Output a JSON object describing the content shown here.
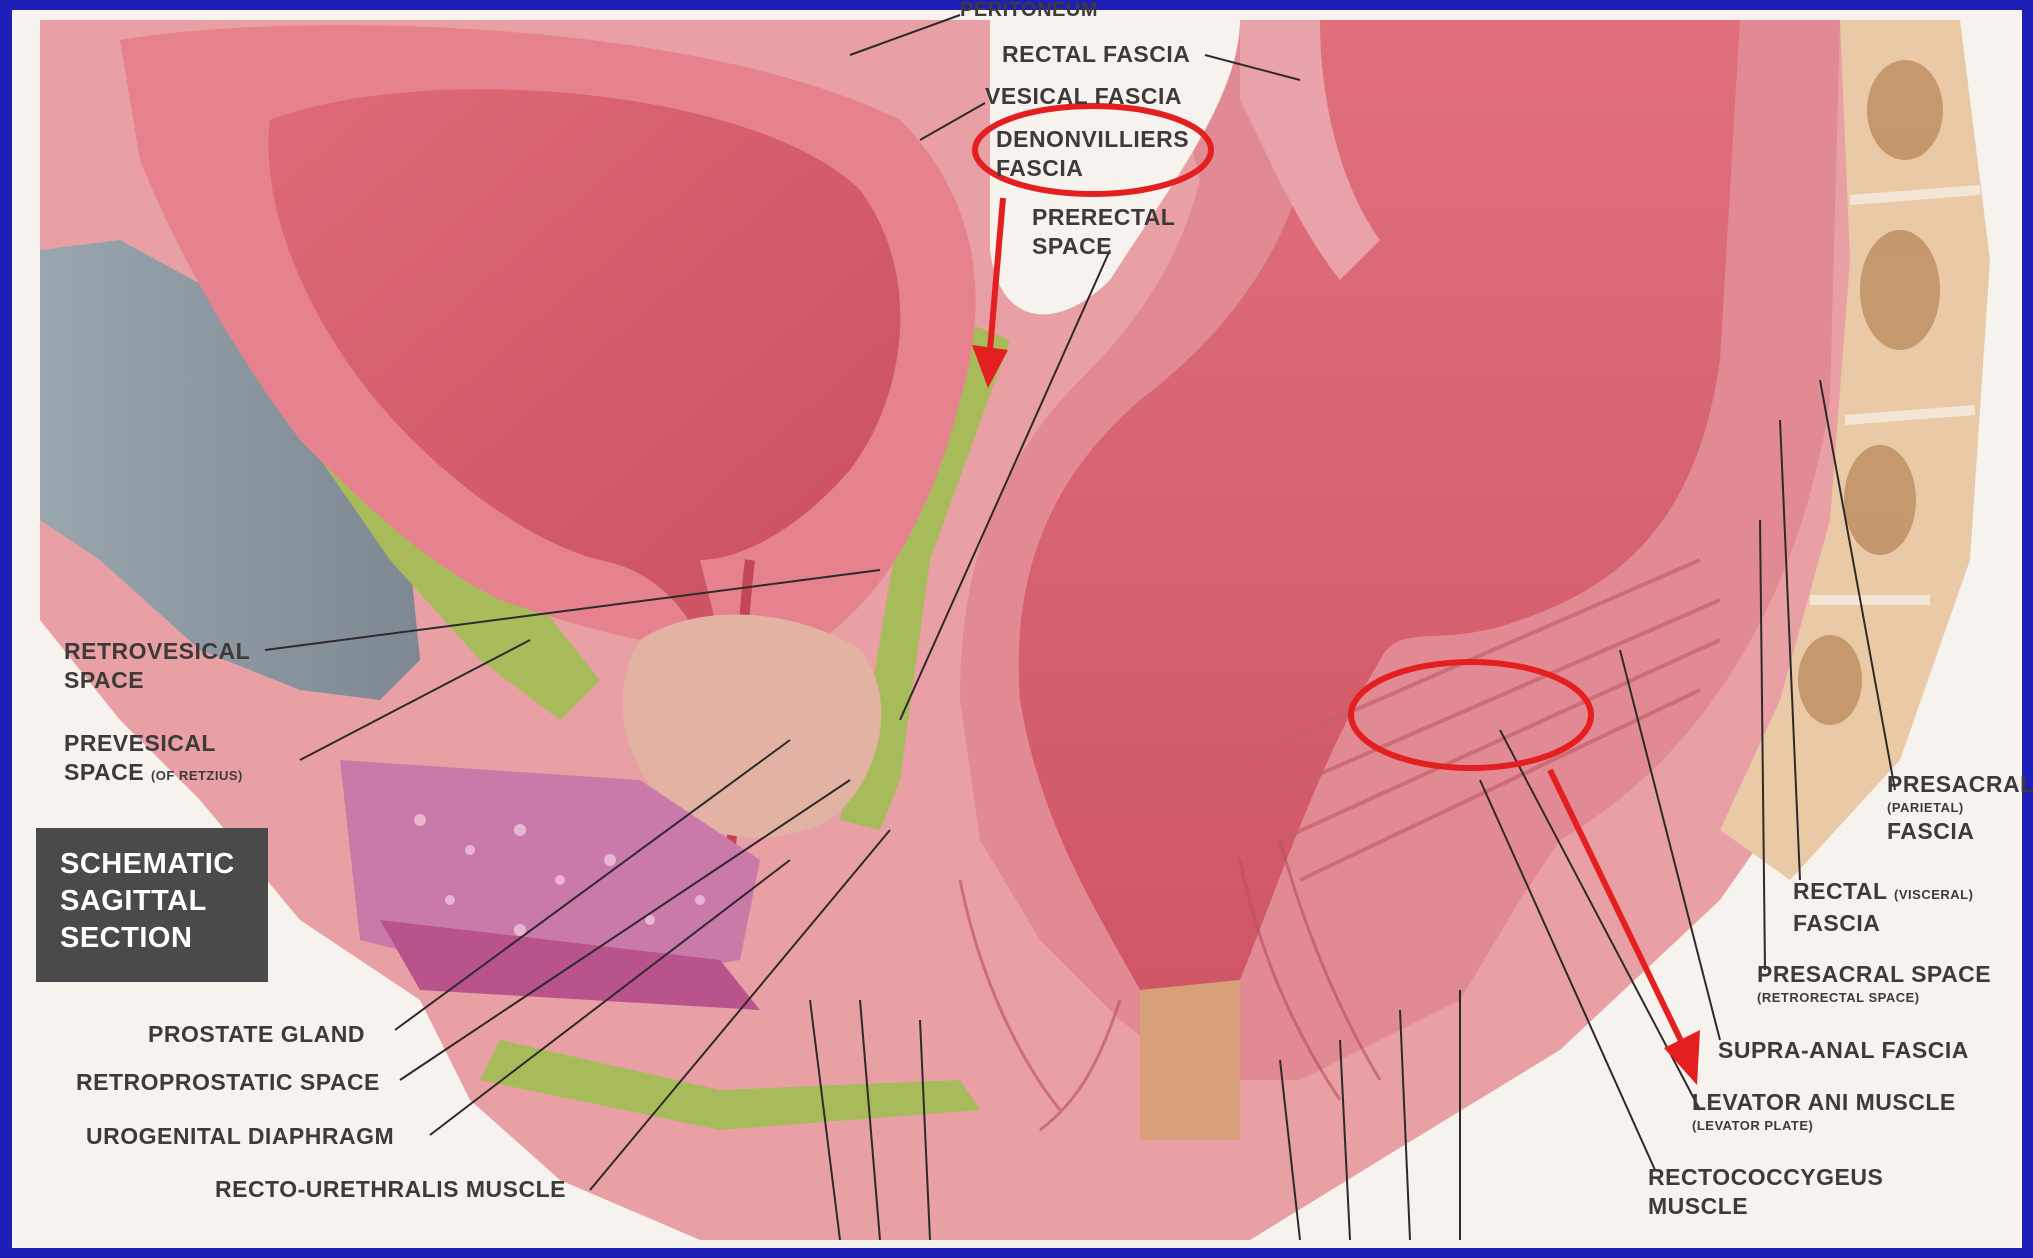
{
  "labels": {
    "peritoneum": "PERITONEUM",
    "rectal_fascia": "RECTAL FASCIA",
    "vesical_fascia": "VESICAL FASCIA",
    "denonvilliers": [
      "DENONVILLIERS",
      "FASCIA"
    ],
    "prerectal": [
      "PRERECTAL",
      "SPACE"
    ],
    "retrovesical": [
      "RETROVESICAL",
      "SPACE"
    ],
    "prevesical": {
      "line1": "PREVESICAL",
      "line2": "SPACE",
      "line2_sub": "(OF RETZIUS)"
    },
    "schematic": [
      "SCHEMATIC",
      "SAGITTAL",
      "SECTION"
    ],
    "prostate": "PROSTATE GLAND",
    "retroprostatic": "RETROPROSTATIC SPACE",
    "urogenital": "UROGENITAL DIAPHRAGM",
    "rectourethralis": "RECTO-URETHRALIS MUSCLE",
    "presacral_fascia": {
      "line1": "PRESACRAL",
      "line2_sub": "(PARIETAL)",
      "line3": "FASCIA"
    },
    "rectal_visceral": {
      "line1": "RECTAL",
      "line1_sub": "(VISCERAL)",
      "line2": "FASCIA"
    },
    "presacral_space": {
      "line1": "PRESACRAL SPACE",
      "line2_sub": "(RETRORECTAL SPACE)"
    },
    "supra_anal": "SUPRA-ANAL FASCIA",
    "levator_ani": {
      "line1": "LEVATOR ANI MUSCLE",
      "line2_sub": "(LEVATOR PLATE)"
    },
    "rectococcygeus": [
      "RECTOCOCCYGEUS",
      "MUSCLE"
    ]
  },
  "colors": {
    "frame": "#1d1fb6",
    "background": "#f6f2ee",
    "tissue_pink": "#e58f96",
    "lumen_red": "#d65a68",
    "fascia_green": "#a7bb5a",
    "bone": "#e9c9a6",
    "pubis_gray": "#8f9aa3",
    "highlight_red": "#e41f1f",
    "label_box": "#4a4a4a"
  }
}
